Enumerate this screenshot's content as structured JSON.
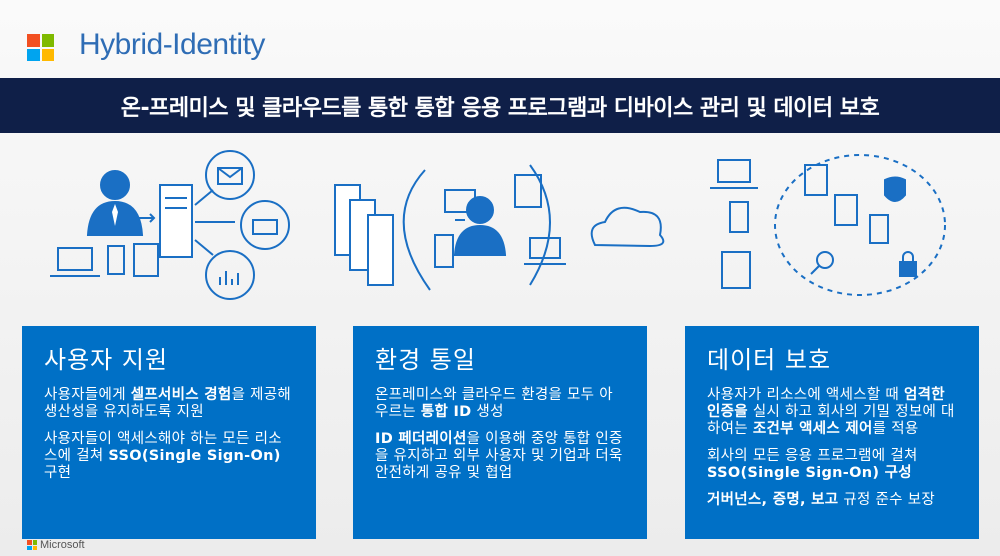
{
  "header": {
    "title": "Hybrid-Identity",
    "banner": "온-프레미스 및 클라우드를 통한 통합 응용 프로그램과 디바이스 관리 및 데이터 보호"
  },
  "colors": {
    "accent": "#0070c6",
    "banner": "#0f1f48",
    "title": "#2f6db5",
    "logo": [
      "#f25022",
      "#7fba00",
      "#00a4ef",
      "#ffb900"
    ]
  },
  "panels": [
    {
      "title": "사용자 지원",
      "paragraphs": [
        [
          {
            "t": "사용자들에게 ",
            "b": false
          },
          {
            "t": "셀프서비스 경험",
            "b": true
          },
          {
            "t": "을 제공해 생산성을 유지하도록 지원",
            "b": false
          }
        ],
        [
          {
            "t": "사용자들이 액세스해야 하는 모든 리소스에 걸쳐 ",
            "b": false
          },
          {
            "t": "SSO(Single Sign-On)",
            "b": true
          },
          {
            "t": " 구현",
            "b": false
          }
        ]
      ]
    },
    {
      "title": "환경 통일",
      "paragraphs": [
        [
          {
            "t": "온프레미스와 클라우드 환경을 모두 아우르는 ",
            "b": false
          },
          {
            "t": "통합 ID",
            "b": true
          },
          {
            "t": " 생성",
            "b": false
          }
        ],
        [
          {
            "t": "ID 페더레이션",
            "b": true
          },
          {
            "t": "을 이용해 중앙 통합 인증을 유지하고 외부 사용자 및 기업과 더욱 안전하게 공유 및 협업",
            "b": false
          }
        ]
      ]
    },
    {
      "title": "데이터 보호",
      "paragraphs": [
        [
          {
            "t": "사용자가 리소스에 액세스할 때 ",
            "b": false
          },
          {
            "t": "엄격한 인증을",
            "b": true
          },
          {
            "t": " 실시 하고 회사의 기밀 정보에 대하여는 ",
            "b": false
          },
          {
            "t": "조건부 액세스 제어",
            "b": true
          },
          {
            "t": "를 적용",
            "b": false
          }
        ],
        [
          {
            "t": "회사의 모든 응용 프로그램에 걸쳐 ",
            "b": false
          },
          {
            "t": "SSO(Single Sign-On) 구성",
            "b": true
          }
        ],
        [
          {
            "t": "거버넌스, 증명, 보고",
            "b": true
          },
          {
            "t": " 규정 준수 보장",
            "b": false
          }
        ]
      ]
    }
  ],
  "footer": {
    "brand": "Microsoft"
  }
}
